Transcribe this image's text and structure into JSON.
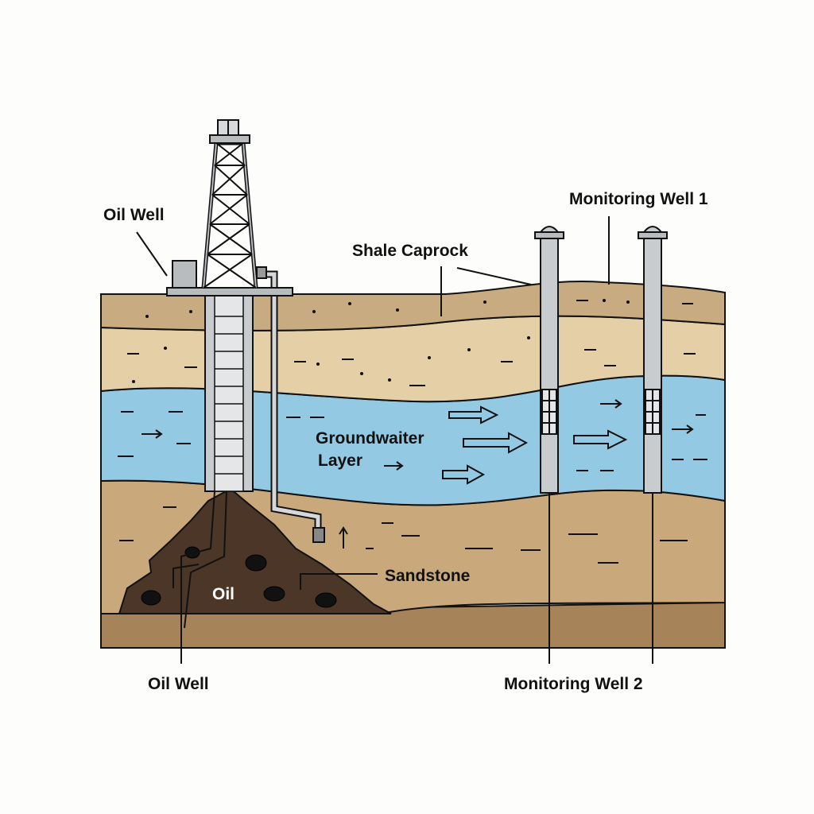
{
  "title": "Oil Well and Groundwater Monitoring Diagram",
  "labels": {
    "oil_well_top": "Oil Well",
    "shale_caprock": "Shale Caprock",
    "monitoring_well_1": "Monitoring Well 1",
    "groundwater_line1": "Groundwaiter",
    "groundwater_line2": "Layer",
    "sandstone": "Sandstone",
    "oil": "Oil",
    "oil_well_bottom": "Oil Well",
    "monitoring_well_2": "Monitoring Well 2"
  },
  "colors": {
    "topsoil": "#c8ab80",
    "sand_layer": "#e4cfa6",
    "groundwater": "#93c9e3",
    "sandstone": "#c9a97c",
    "bedrock": "#a7835a",
    "oil": "#4b3627",
    "steel": "#b9bcbf"
  }
}
